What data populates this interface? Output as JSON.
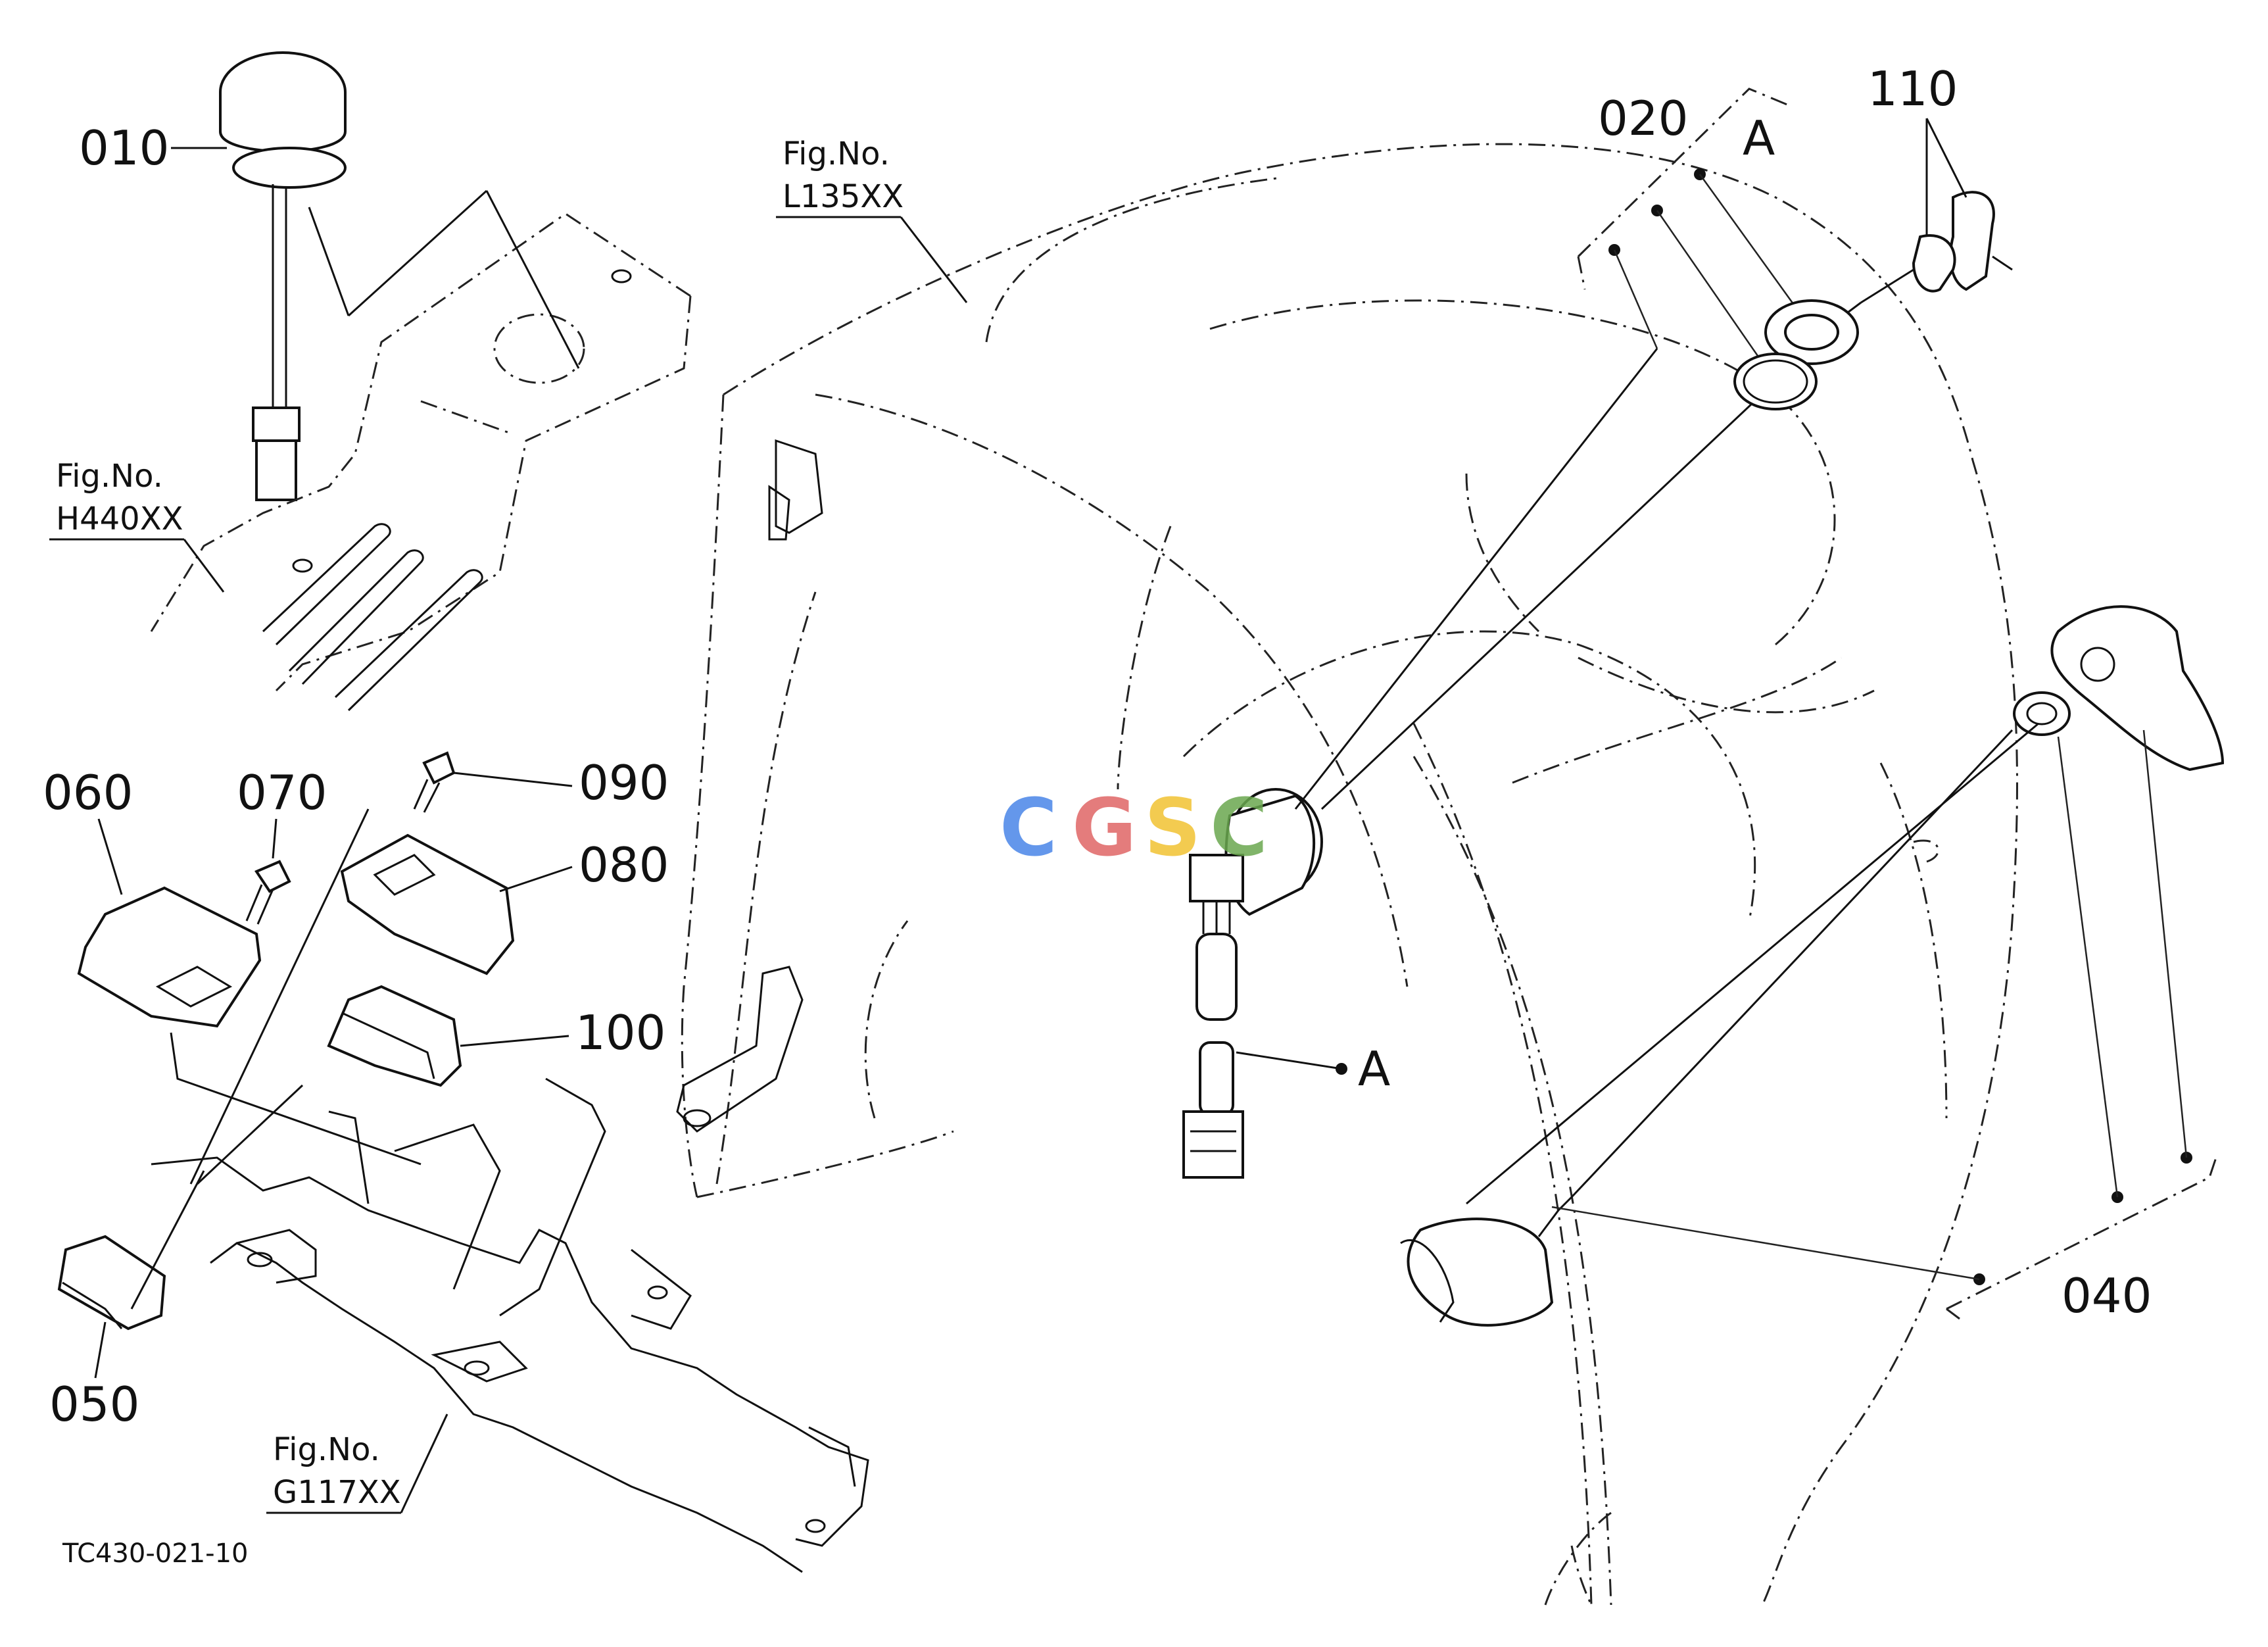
{
  "diagram": {
    "part_labels": [
      "010",
      "020",
      "040",
      "050",
      "060",
      "070",
      "080",
      "090",
      "100",
      "110"
    ],
    "ref_labels": [
      "A",
      "A"
    ],
    "figure_refs": [
      {
        "line1": "Fig.No.",
        "line2": "L135XX"
      },
      {
        "line1": "Fig.No.",
        "line2": "H440XX"
      },
      {
        "line1": "Fig.No.",
        "line2": "G117XX"
      }
    ],
    "drawing_code": "TC430-021-10",
    "watermark": {
      "letters": [
        "C",
        "G",
        "S",
        "C"
      ],
      "colors": [
        "#4a86e8",
        "#e06666",
        "#f1c232",
        "#6aa84f"
      ]
    }
  }
}
